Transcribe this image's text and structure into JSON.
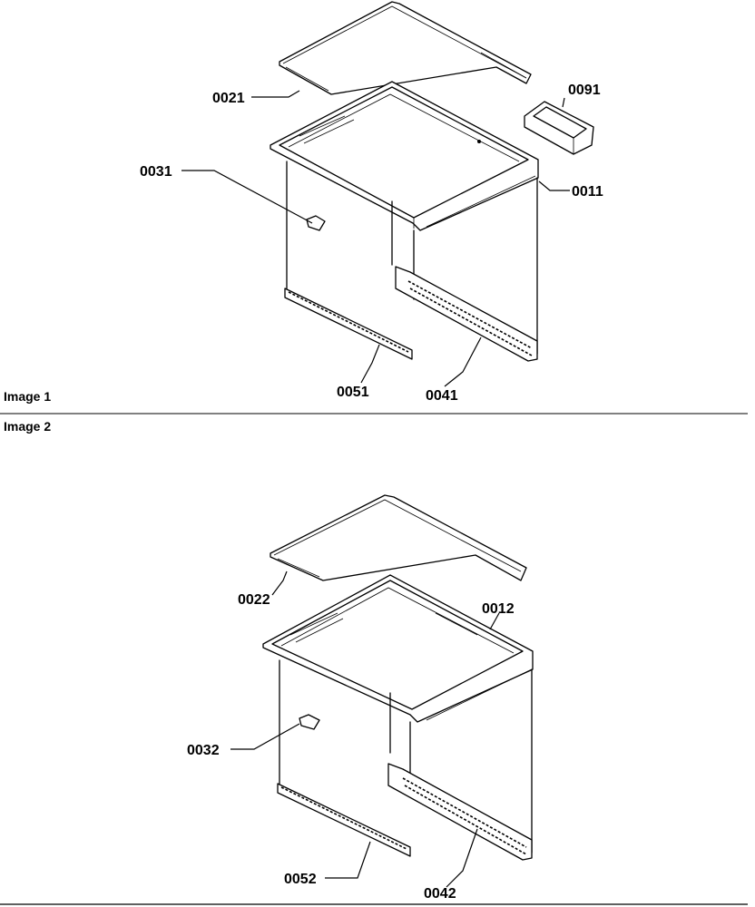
{
  "image1": {
    "label": "Image 1",
    "parts": {
      "p0021": "0021",
      "p0091": "0091",
      "p0031": "0031",
      "p0011": "0011",
      "p0051": "0051",
      "p0041": "0041"
    }
  },
  "image2": {
    "label": "Image 2",
    "parts": {
      "p0022": "0022",
      "p0012": "0012",
      "p0032": "0032",
      "p0052": "0052",
      "p0042": "0042"
    }
  }
}
